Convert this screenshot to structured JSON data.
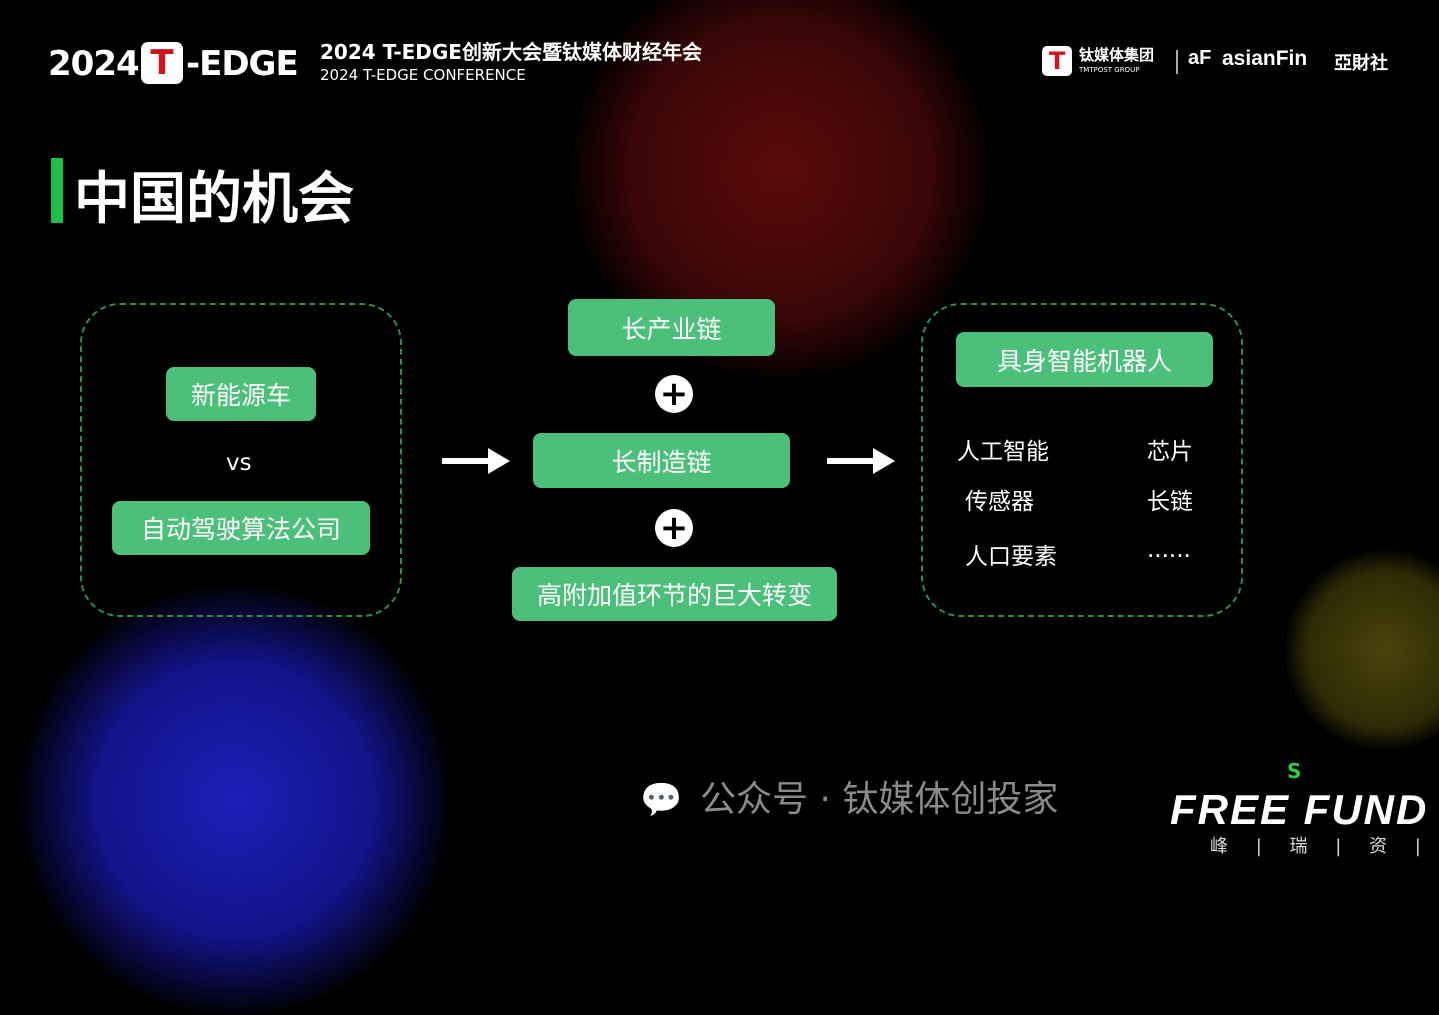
{
  "header": {
    "year": "2024",
    "t": "T",
    "edge": "-EDGE",
    "conf_cn": "2024 T-EDGE创新大会暨钛媒体财经年会",
    "conf_en": "2024 T-EDGE CONFERENCE",
    "tmt_icon": "T",
    "tmt_cn": "钛媒体集团",
    "tmt_en": "TMTPOST GROUP",
    "af_icon": "aF",
    "af_text": "asianFin",
    "af_cn": "亞財社"
  },
  "slide": {
    "title": "中国的机会",
    "left": {
      "top": "新能源车",
      "vs": "vs",
      "bottom": "自动驾驶算法公司"
    },
    "middle": {
      "a": "长产业链",
      "b": "长制造链",
      "c": "高附加值环节的巨大转变"
    },
    "right": {
      "head": "具身智能机器人",
      "items": [
        "人工智能",
        "芯片",
        "传感器",
        "长链",
        "人口要素",
        "......"
      ]
    }
  },
  "watermark": {
    "text": "公众号 · 钛媒体创投家",
    "brand": "FREE FUND",
    "brand_cn": "峰 | 瑞 | 资 | 本",
    "brand_s": "S"
  }
}
